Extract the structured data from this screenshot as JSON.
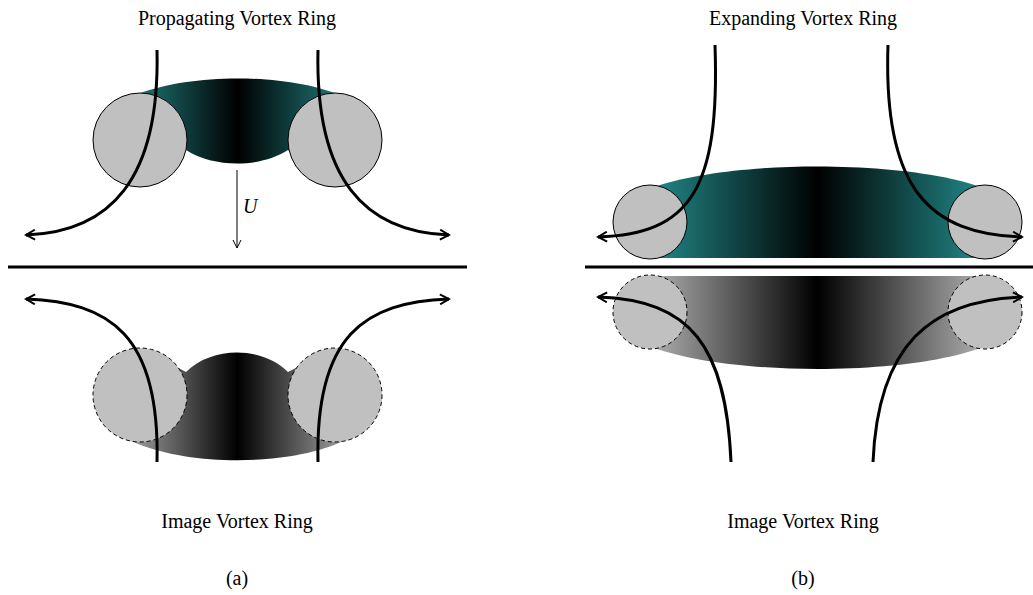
{
  "diagram": {
    "labels": [
      "Propagating Vortex Ring",
      "Expanding Vortex Ring",
      "U",
      "Image Vortex Ring",
      "Image Vortex Ring",
      "(a)",
      "(b)"
    ]
  }
}
